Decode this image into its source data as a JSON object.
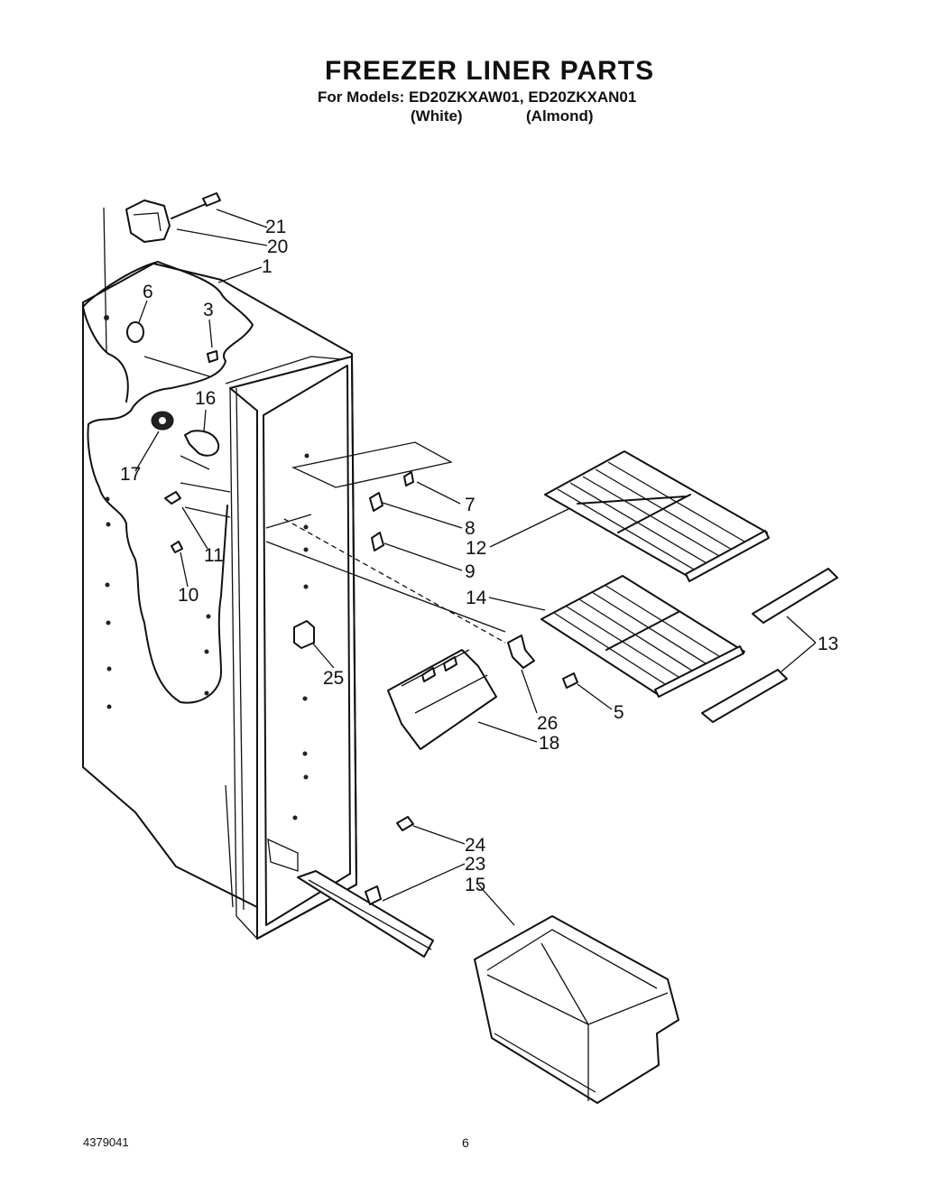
{
  "header": {
    "title": "FREEZER LINER PARTS",
    "models_line": "For Models: ED20ZKXAW01, ED20ZKXAN01",
    "color_white": "(White)",
    "color_almond": "(Almond)"
  },
  "callouts": {
    "c21": "21",
    "c20": "20",
    "c1": "1",
    "c6": "6",
    "c3": "3",
    "c16": "16",
    "c17": "17",
    "c11": "11",
    "c10": "10",
    "c7": "7",
    "c8": "8",
    "c12": "12",
    "c9": "9",
    "c14": "14",
    "c13": "13",
    "c25": "25",
    "c26": "26",
    "c5": "5",
    "c18": "18",
    "c24": "24",
    "c23": "23",
    "c15": "15"
  },
  "footer": {
    "doc_number": "4379041",
    "page_number": "6"
  }
}
